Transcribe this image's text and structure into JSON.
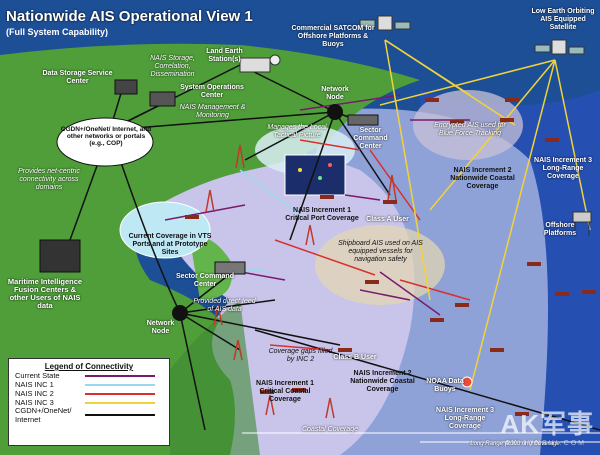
{
  "title": "Nationwide AIS Operational View 1",
  "subtitle": "(Full System Capability)",
  "nodes": {
    "commercial_satcom": "Commercial SATCOM for Offshore Platforms & Buoys",
    "leo_satellite": "Low Earth Orbiting AIS Equipped Satellite",
    "land_earth": "Land Earth Station(s)",
    "nais_storage": "NAIS Storage, Correlation, Dissemination",
    "data_storage": "Data Storage Service Center",
    "sys_ops": "System Operations Center",
    "nais_mgmt": "NAIS Management & Monitoring",
    "network_node_top": "Network Node",
    "cgdn": "CGDN+/OneNet/ Internet, and other networks or portals (e.g., COP)",
    "provides": "Provides net-centric connectivity across domains",
    "manages": "Manages the Local Tactical Picture",
    "sector_cmd_top": "Sector Command Center",
    "encrypted": "Encrypted AIS used for Blue Force Tracking",
    "inc3_lr": "NAIS Increment 3 Long-Range Coverage",
    "inc2_ncc": "NAIS Increment 2 Nationwide Coastal Coverage",
    "class_a": "Class A User",
    "inc1_port": "NAIS Increment 1 Critical Port Coverage",
    "current_vts": "Current Coverage in VTS Ports and at Prototype Sites",
    "offshore": "Offshore Platforms",
    "mar_intel": "Maritime Intelligence Fusion Centers & other Users of NAIS data",
    "shipboard": "Shipboard AIS used on AIS equipped vessels for navigation safety",
    "sector_cmd_bot": "Sector Command Center",
    "provided_direct": "Provided direct feed of AIS data",
    "network_node_bot": "Network Node",
    "coverage_gaps": "Coverage gaps filled by INC 2",
    "class_b": "Class B User",
    "inc1_ccc": "NAIS Increment 1 Critical Coastal Coverage",
    "inc2_ncc_bot": "NAIS Increment 2 Nationwide Coastal Coverage",
    "noaa": "NOAA Data Buoys",
    "inc3_lr_bot": "NAIS Increment 3 Long-Range Coverage",
    "coastal_cov": "Coastal Coverage",
    "long_range": "Long Range (2000 nm) Coverage"
  },
  "legend": {
    "heading": "Legend of Connectivity",
    "rows": [
      {
        "label": "Current State",
        "color": "#7a1a6e"
      },
      {
        "label": "NAIS INC 1",
        "color": "#9ad8ef"
      },
      {
        "label": "NAIS INC 2",
        "color": "#d8312d"
      },
      {
        "label": "NAIS INC 3",
        "color": "#f2d23a"
      },
      {
        "label": "CGDN+/OneNet/ Internet",
        "color": "#111111"
      }
    ]
  },
  "watermark": {
    "main": "AK军事",
    "sub": "AK.JUNSHI.COM"
  }
}
